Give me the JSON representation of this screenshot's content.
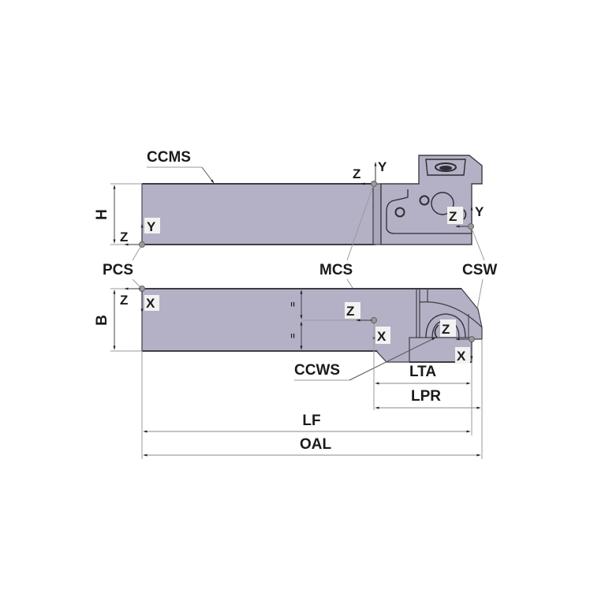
{
  "diagram": {
    "type": "cutting tool holder technical drawing",
    "colors": {
      "body_fill": "#b4b1c6",
      "body_edge": "#4a4a55",
      "dim_line": "#9a9a9a",
      "text": "#1a1a1a",
      "point": "#8a8a8a"
    },
    "labels": {
      "ccms": "CCMS",
      "pcs": "PCS",
      "mcs": "MCS",
      "csw": "CSW",
      "ccws": "CCWS"
    },
    "dimensions": {
      "h": "H",
      "b": "B",
      "lta": "LTA",
      "lpr": "LPR",
      "lf": "LF",
      "oal": "OAL"
    },
    "axes": {
      "pcs_top": {
        "z": "Z",
        "y": "Y"
      },
      "mcs_top": {
        "z": "Z",
        "y": "Y"
      },
      "csw_top": {
        "z": "Z",
        "y": "Y"
      },
      "pcs_bottom": {
        "z": "Z",
        "x": "X"
      },
      "mcs_bottom": {
        "z": "Z",
        "x": "X"
      },
      "csw_bottom": {
        "z": "Z",
        "x": "X"
      }
    },
    "symmetry_marks": [
      "=",
      "="
    ]
  }
}
